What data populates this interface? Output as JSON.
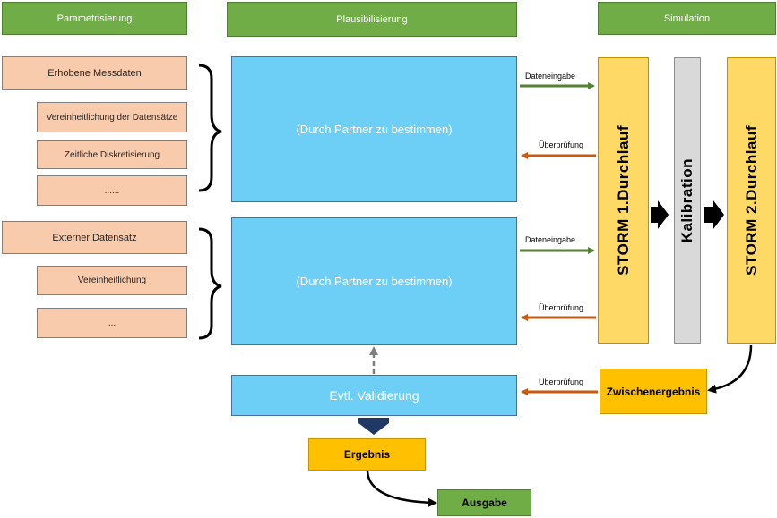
{
  "headers": {
    "parametrisierung": "Parametrisierung",
    "plausibilisierung": "Plausibilisierung",
    "simulation": "Simulation"
  },
  "group1": {
    "main": "Erhobene Messdaten",
    "items": [
      "Vereinheitlichung der Datensätze",
      "Zeitliche Diskretisierung",
      "......"
    ]
  },
  "group2": {
    "main": "Externer Datensatz",
    "items": [
      "Vereinheitlichung",
      "..."
    ]
  },
  "plaus": {
    "box1": "(Durch Partner zu bestimmen)",
    "box2": "(Durch Partner zu bestimmen)",
    "validierung": "Evtl. Validierung"
  },
  "simulation": {
    "storm1": "STORM 1.Durchlauf",
    "kalibration": "Kalibration",
    "storm2": "STORM 2.Durchlauf",
    "zwischenergebnis": "Zwischenergebnis"
  },
  "arrows": {
    "dateneingabe_1": "Dateneingabe",
    "ueberpruefung_1": "Überprüfung",
    "dateneingabe_2": "Dateneingabe",
    "ueberpruefung_2": "Überprüfung",
    "ueberpruefung_3": "Überprüfung"
  },
  "result": {
    "ergebnis": "Ergebnis",
    "ausgabe": "Ausgabe"
  },
  "colors": {
    "header_green": "#70ad47",
    "salmon": "#f8cbad",
    "blue": "#6dcff6",
    "storm_yellow": "#ffd966",
    "kalibration_grey": "#d9d9d9",
    "ergebnis_orange": "#ffc000",
    "arrow_green": "#548235",
    "arrow_orange": "#c55a11"
  }
}
